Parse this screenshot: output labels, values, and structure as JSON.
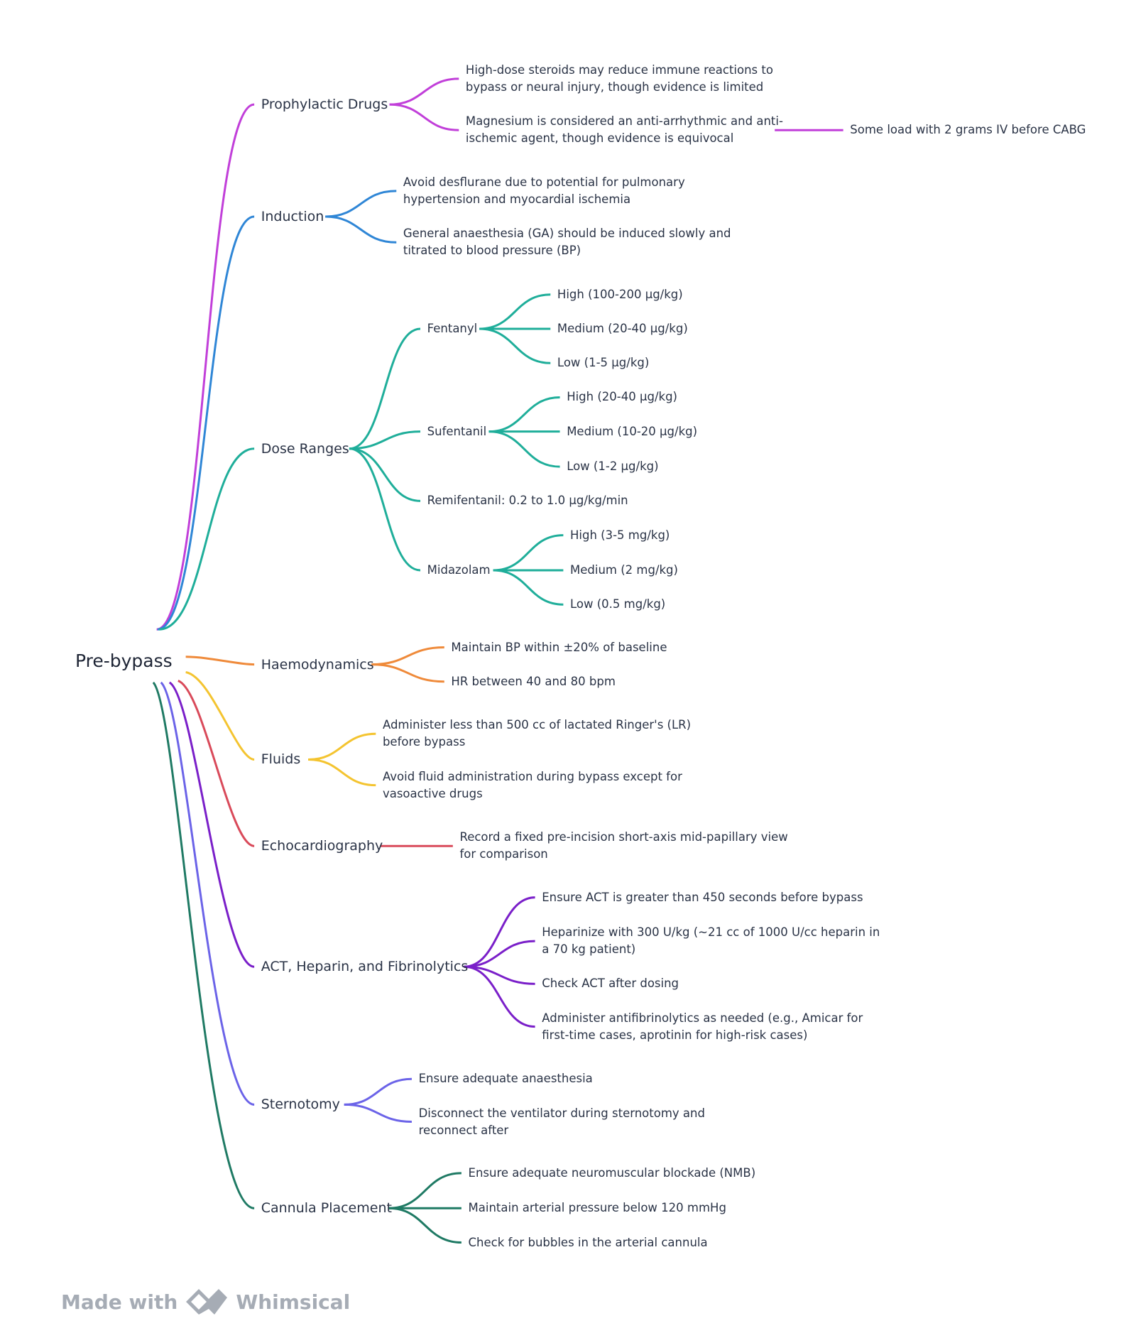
{
  "root": {
    "label": "Pre-bypass"
  },
  "branches": [
    {
      "label": "Prophylactic Drugs",
      "color": "#c13fd9",
      "children": [
        {
          "label": "High-dose steroids may reduce immune reactions to bypass or neural injury, though evidence is limited",
          "lines": [
            "High-dose steroids may reduce immune reactions to",
            "bypass or neural injury, though evidence is limited"
          ]
        },
        {
          "label": "Magnesium is considered an anti-arrhythmic and anti-ischemic agent, though evidence is equivocal",
          "lines": [
            "Magnesium is considered an anti-arrhythmic and anti-",
            "ischemic agent, though evidence is equivocal"
          ],
          "children": [
            {
              "label": "Some load with 2 grams IV before CABG"
            }
          ]
        }
      ]
    },
    {
      "label": "Induction",
      "color": "#2f86d6",
      "children": [
        {
          "label": "Avoid desflurane due to potential for pulmonary hypertension and myocardial ischemia",
          "lines": [
            "Avoid desflurane due to potential for pulmonary",
            "hypertension and myocardial ischemia"
          ]
        },
        {
          "label": "General anaesthesia (GA) should be induced slowly and titrated to blood pressure (BP)",
          "lines": [
            "General anaesthesia (GA) should be induced slowly and",
            "titrated to blood pressure (BP)"
          ]
        }
      ]
    },
    {
      "label": "Dose Ranges",
      "color": "#1fae9a",
      "children": [
        {
          "label": "Fentanyl",
          "children": [
            {
              "label": "High (100-200 µg/kg)"
            },
            {
              "label": "Medium (20-40 µg/kg)"
            },
            {
              "label": "Low (1-5 µg/kg)"
            }
          ]
        },
        {
          "label": "Sufentanil",
          "children": [
            {
              "label": "High (20-40 µg/kg)"
            },
            {
              "label": "Medium (10-20 µg/kg)"
            },
            {
              "label": "Low (1-2 µg/kg)"
            }
          ]
        },
        {
          "label": "Remifentanil: 0.2 to 1.0 µg/kg/min"
        },
        {
          "label": "Midazolam",
          "children": [
            {
              "label": "High (3-5 mg/kg)"
            },
            {
              "label": "Medium (2 mg/kg)"
            },
            {
              "label": "Low (0.5 mg/kg)"
            }
          ]
        }
      ]
    },
    {
      "label": "Haemodynamics",
      "color": "#ef8a3a",
      "children": [
        {
          "label": "Maintain BP within ±20% of baseline"
        },
        {
          "label": "HR between 40 and 80 bpm"
        }
      ]
    },
    {
      "label": "Fluids",
      "color": "#f4c430",
      "children": [
        {
          "label": "Administer less than 500 cc of lactated Ringer's (LR) before bypass",
          "lines": [
            "Administer less than 500 cc of lactated Ringer's (LR)",
            "before bypass"
          ]
        },
        {
          "label": "Avoid fluid administration during bypass except for vasoactive drugs",
          "lines": [
            "Avoid fluid administration during bypass except for",
            "vasoactive drugs"
          ]
        }
      ]
    },
    {
      "label": "Echocardiography",
      "color": "#d94a5a",
      "children": [
        {
          "label": "Record a fixed pre-incision short-axis mid-papillary view for comparison",
          "lines": [
            "Record a fixed pre-incision short-axis mid-papillary view",
            "for comparison"
          ]
        }
      ]
    },
    {
      "label": "ACT, Heparin, and Fibrinolytics",
      "color": "#7a1fc9",
      "children": [
        {
          "label": "Ensure ACT is greater than 450 seconds before bypass"
        },
        {
          "label": "Heparinize with 300 U/kg (~21 cc of 1000 U/cc heparin in a 70 kg patient)",
          "lines": [
            "Heparinize with 300 U/kg (~21 cc of 1000 U/cc heparin in",
            "a 70 kg patient)"
          ]
        },
        {
          "label": "Check ACT after dosing"
        },
        {
          "label": "Administer antifibrinolytics as needed (e.g., Amicar for first-time cases, aprotinin for high-risk cases)",
          "lines": [
            "Administer antifibrinolytics as needed (e.g., Amicar for",
            "first-time cases, aprotinin for high-risk cases)"
          ]
        }
      ]
    },
    {
      "label": "Sternotomy",
      "color": "#6b63e8",
      "children": [
        {
          "label": "Ensure adequate anaesthesia"
        },
        {
          "label": "Disconnect the ventilator during sternotomy and reconnect after",
          "lines": [
            "Disconnect the ventilator during sternotomy and",
            "reconnect after"
          ]
        }
      ]
    },
    {
      "label": "Cannula Placement",
      "color": "#1f7a64",
      "children": [
        {
          "label": "Ensure adequate neuromuscular blockade (NMB)"
        },
        {
          "label": "Maintain arterial pressure below 120 mmHg"
        },
        {
          "label": "Check for bubbles in the arterial cannula"
        }
      ]
    }
  ],
  "footer": {
    "made_with": "Made with",
    "brand": "Whimsical"
  }
}
